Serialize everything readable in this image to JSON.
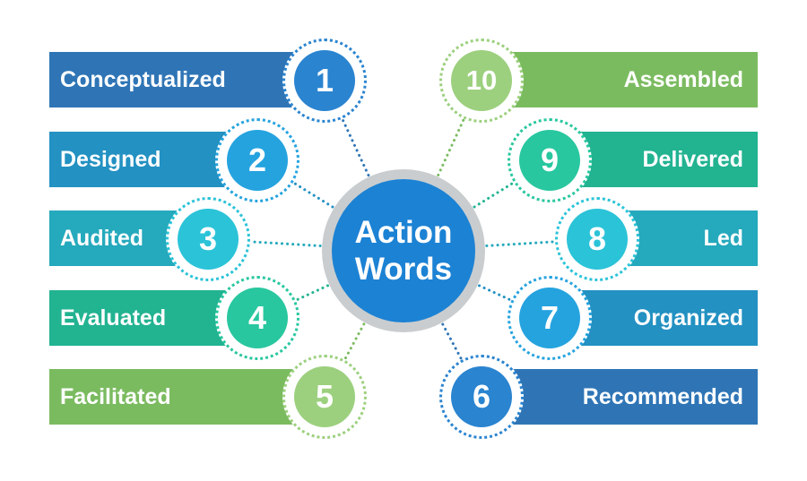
{
  "center": {
    "line1": "Action",
    "line2": "Words"
  },
  "items": [
    {
      "number": "1",
      "label": "Conceptualized",
      "color": "#2f75b6",
      "circle": "#2a84d0"
    },
    {
      "number": "2",
      "label": "Designed",
      "color": "#2391c2",
      "circle": "#25a3df"
    },
    {
      "number": "3",
      "label": "Audited",
      "color": "#25a9bd",
      "circle": "#2bc3d8"
    },
    {
      "number": "4",
      "label": "Evaluated",
      "color": "#22b391",
      "circle": "#28c79f"
    },
    {
      "number": "5",
      "label": "Facilitated",
      "color": "#7bbb60",
      "circle": "#9cd07e"
    },
    {
      "number": "6",
      "label": "Recommended",
      "color": "#2f75b6",
      "circle": "#2a84d0"
    },
    {
      "number": "7",
      "label": "Organized",
      "color": "#2391c2",
      "circle": "#25a3df"
    },
    {
      "number": "8",
      "label": "Led",
      "color": "#25a9bd",
      "circle": "#2bc3d8"
    },
    {
      "number": "9",
      "label": "Delivered",
      "color": "#22b391",
      "circle": "#28c79f"
    },
    {
      "number": "10",
      "label": "Assembled",
      "color": "#7bbb60",
      "circle": "#9cd07e"
    }
  ]
}
